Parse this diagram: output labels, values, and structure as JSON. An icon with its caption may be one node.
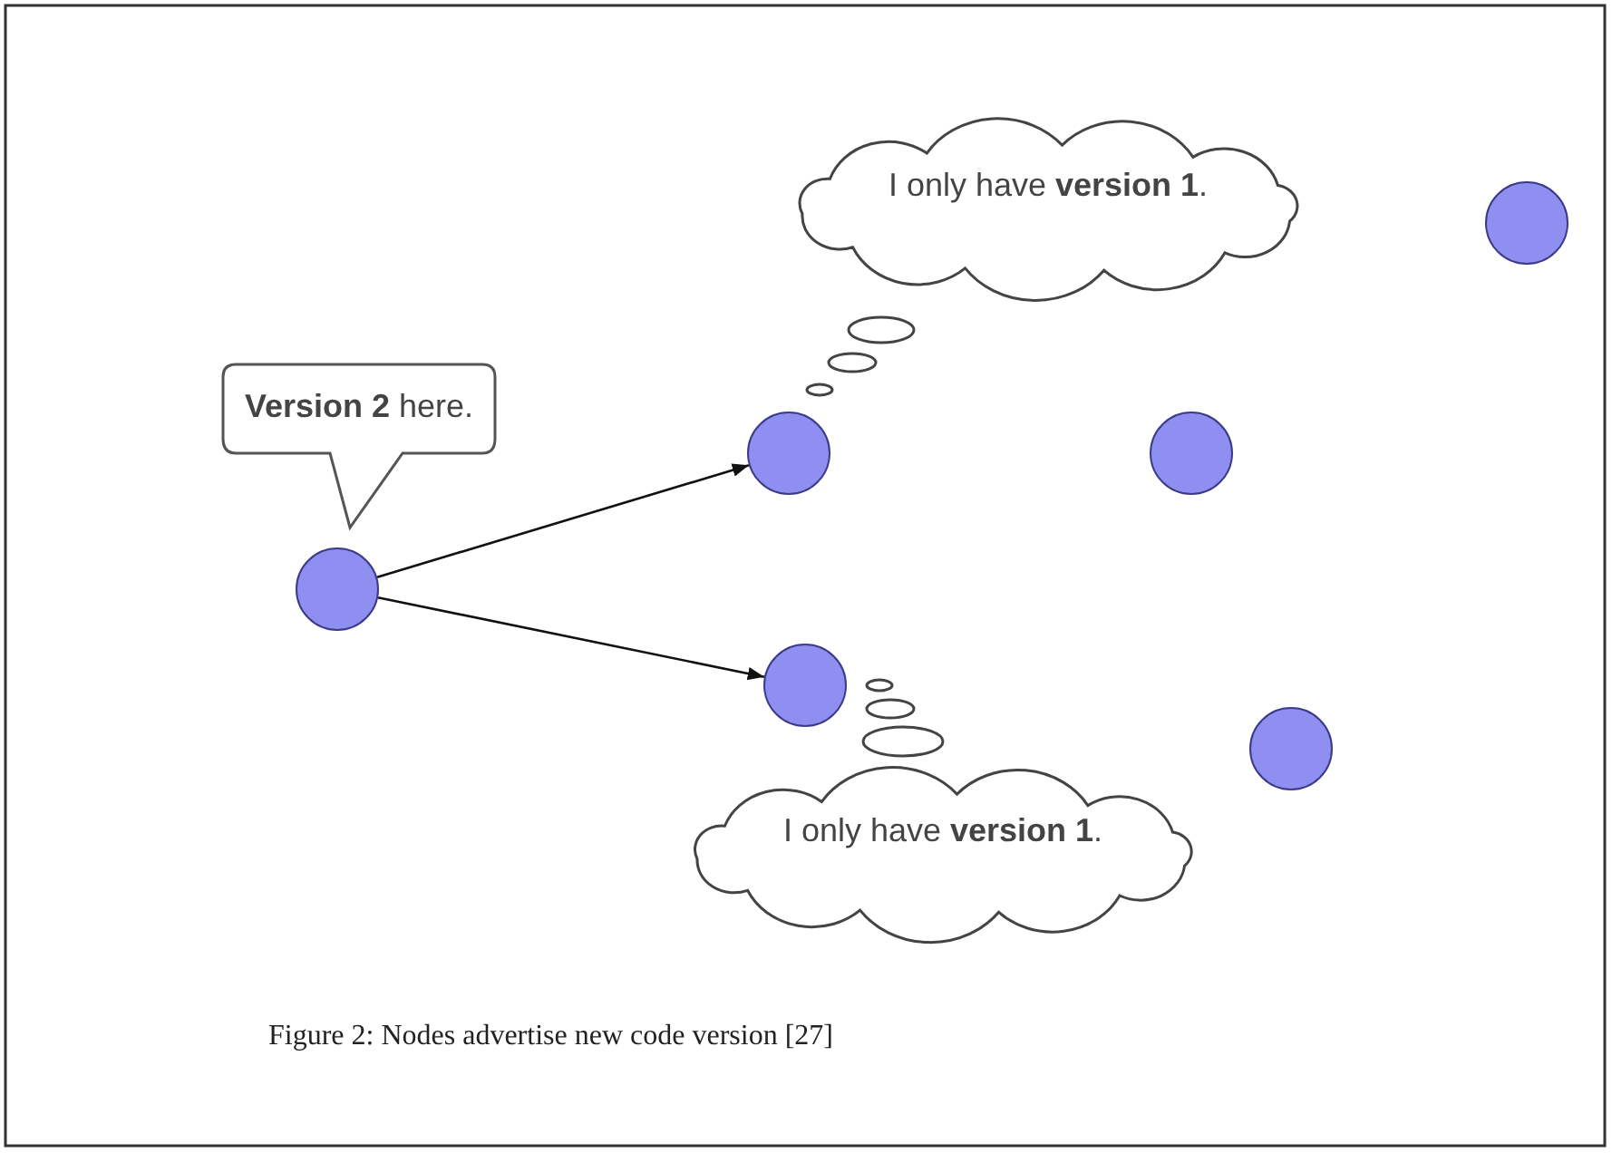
{
  "diagram": {
    "caption": "Figure 2: Nodes advertise new code version [27]",
    "nodes": [
      {
        "text": [
          "I only have **version 1**."
        ]
      },
      {
        "text": [],
        "shape": "circle"
      },
      {
        "text": [
          "**Version 2** here."
        ]
      },
      {
        "text": [],
        "shape": "circle"
      },
      {
        "text": [],
        "shape": "circle"
      },
      {
        "text": [],
        "shape": "circle"
      },
      {
        "text": [],
        "shape": "circle"
      },
      {
        "text": [],
        "shape": "circle"
      },
      {
        "text": [
          "I only have **version 1**."
        ]
      }
    ],
    "edges": [
      {
        "from": 5,
        "to": 3,
        "arrow": "to"
      },
      {
        "from": 5,
        "to": 6,
        "arrow": "to"
      }
    ]
  }
}
